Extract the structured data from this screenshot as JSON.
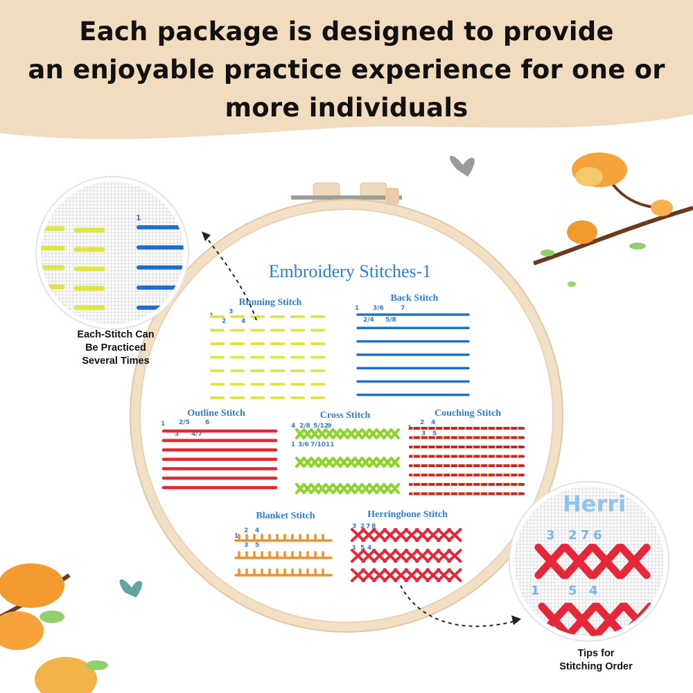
{
  "headline": {
    "line1": "Each package is designed to provide",
    "line2": "an enjoyable practice experience for one or",
    "line3": "more individuals"
  },
  "hoop": {
    "title": "Embroidery Stitches-1",
    "sections": {
      "running": {
        "label": "Running Stitch",
        "numbers": [
          "1",
          "3",
          "2",
          "4"
        ],
        "color": "#dfe641"
      },
      "back": {
        "label": "Back Stitch",
        "numbers": [
          "1",
          "3/6",
          "7",
          "2/4",
          "5/8"
        ],
        "color": "#1d6fd0"
      },
      "outline": {
        "label": "Outline Stitch",
        "numbers": [
          "1",
          "2/5",
          "6",
          "3",
          "4/7"
        ],
        "color": "#e8262e"
      },
      "cross": {
        "label": "Cross Stitch",
        "numbers": [
          "4",
          "2/8",
          "5/12",
          "9",
          "1",
          "3/6",
          "7/10",
          "11"
        ],
        "color": "#8bd42a"
      },
      "couching": {
        "label": "Couching Stitch",
        "numbers": [
          "1",
          "2",
          "4",
          "3",
          "5"
        ],
        "color": "#c8203a"
      },
      "blanket": {
        "label": "Blanket Stitch",
        "numbers": [
          "1",
          "2",
          "4",
          "3",
          "5"
        ],
        "color": "#f0902a"
      },
      "herringbone": {
        "label": "Herringbone Stitch",
        "numbers": [
          "3",
          "2",
          "7",
          "8",
          "1",
          "5",
          "4"
        ],
        "color": "#e8263a"
      }
    }
  },
  "zoom_left": {
    "caption_line1": "Each-Stitch Can",
    "caption_line2": "Be Practiced",
    "caption_line3": "Several Times"
  },
  "zoom_right": {
    "caption_line1": "Tips for",
    "caption_line2": "Stitching Order",
    "label": "Herri",
    "numbers": [
      "3",
      "2",
      "7",
      "6",
      "1",
      "5",
      "4"
    ]
  },
  "colors": {
    "banner": "#f2dcc0",
    "hoop_wood": "#f2dfc4",
    "stitch_text": "#2a7fd4"
  }
}
